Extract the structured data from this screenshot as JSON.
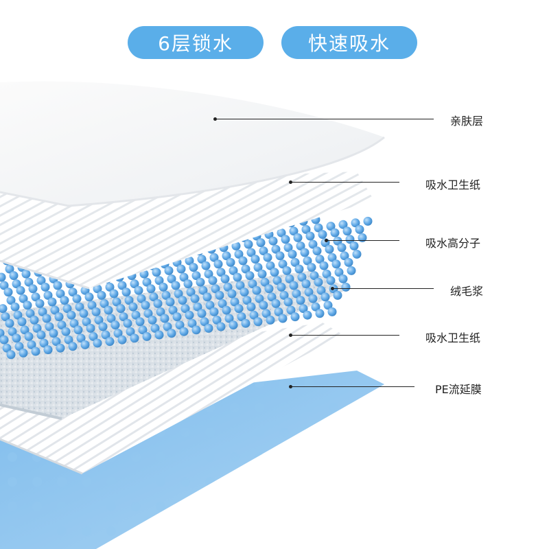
{
  "badges": {
    "left": "6层锁水",
    "right": "快速吸水"
  },
  "layers": [
    {
      "label": "亲肤层"
    },
    {
      "label": "吸水卫生纸"
    },
    {
      "label": "吸水高分子"
    },
    {
      "label": "绒毛浆"
    },
    {
      "label": "吸水卫生纸"
    },
    {
      "label": "PE流延膜"
    }
  ],
  "colors": {
    "badge": "#5aaee9",
    "bead": "#5fa8e6",
    "film": "#8cc2ee",
    "pulp": "#d8dde2",
    "white_layer": "#ffffff"
  }
}
